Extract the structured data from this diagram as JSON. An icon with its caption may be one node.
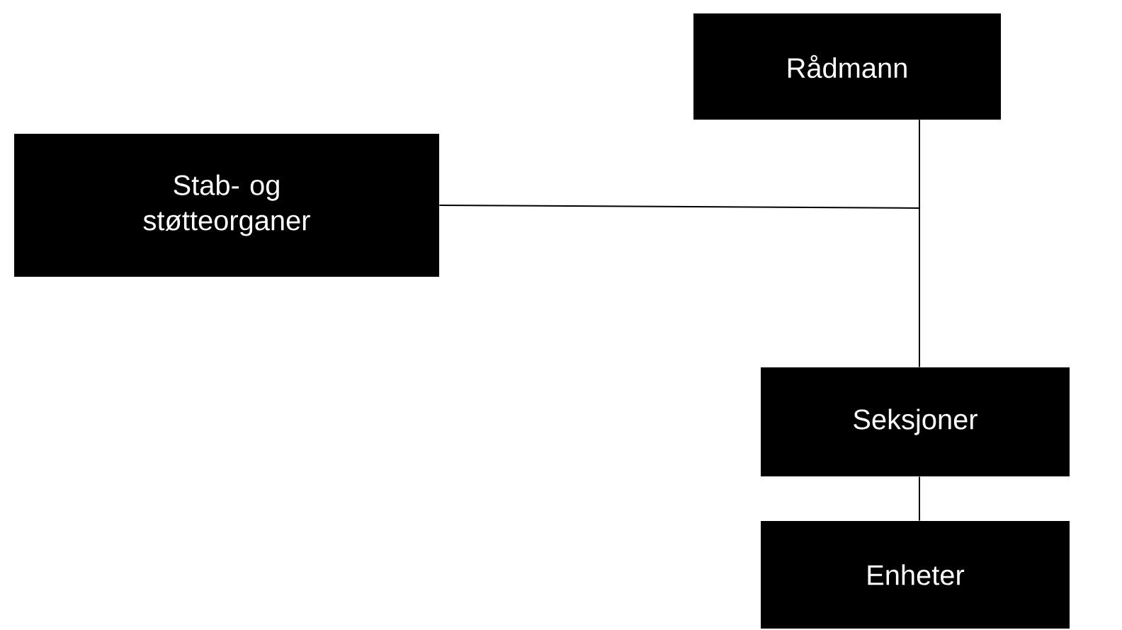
{
  "diagram": {
    "nodes": [
      {
        "text": [
          "Rådmann"
        ]
      },
      {
        "text": [
          "Stab- og støtteorganer"
        ]
      },
      {
        "text": [
          "Seksjoner"
        ]
      },
      {
        "text": [
          "Enheter"
        ]
      }
    ],
    "edges": [
      {
        "from": 0,
        "to": 2,
        "arrow": "none"
      },
      {
        "from": 1,
        "to": 0,
        "arrow": "none"
      },
      {
        "from": 2,
        "to": 3,
        "arrow": "none"
      }
    ]
  }
}
